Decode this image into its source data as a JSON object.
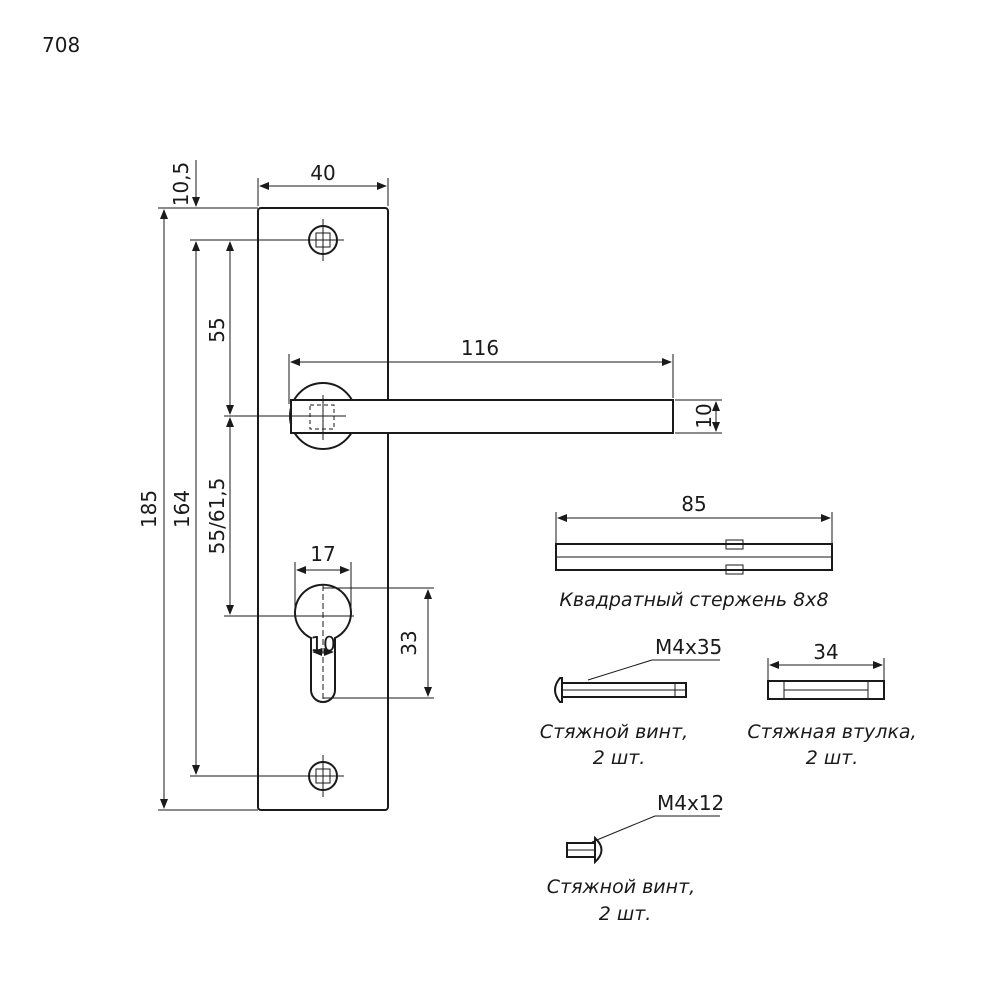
{
  "page_number": "708",
  "dimensions": {
    "plate_width": "40",
    "top_offset": "10,5",
    "total_height": "185",
    "screw_spacing": "164",
    "upper_spacing": "55",
    "lower_spacing": "55/61,5",
    "handle_length": "116",
    "handle_thickness": "10",
    "cylinder_width": "17",
    "cylinder_slot": "10",
    "cylinder_height": "33"
  },
  "parts": {
    "square_rod": {
      "length": "85",
      "caption": "Квадратный стержень 8х8"
    },
    "long_screw": {
      "size": "М4х35",
      "caption_line1": "Стяжной винт,",
      "caption_line2": "2 шт."
    },
    "sleeve": {
      "length": "34",
      "caption_line1": "Стяжная втулка,",
      "caption_line2": "2 шт."
    },
    "short_screw": {
      "size": "М4х12",
      "caption_line1": "Стяжной винт,",
      "caption_line2": "2 шт."
    }
  }
}
